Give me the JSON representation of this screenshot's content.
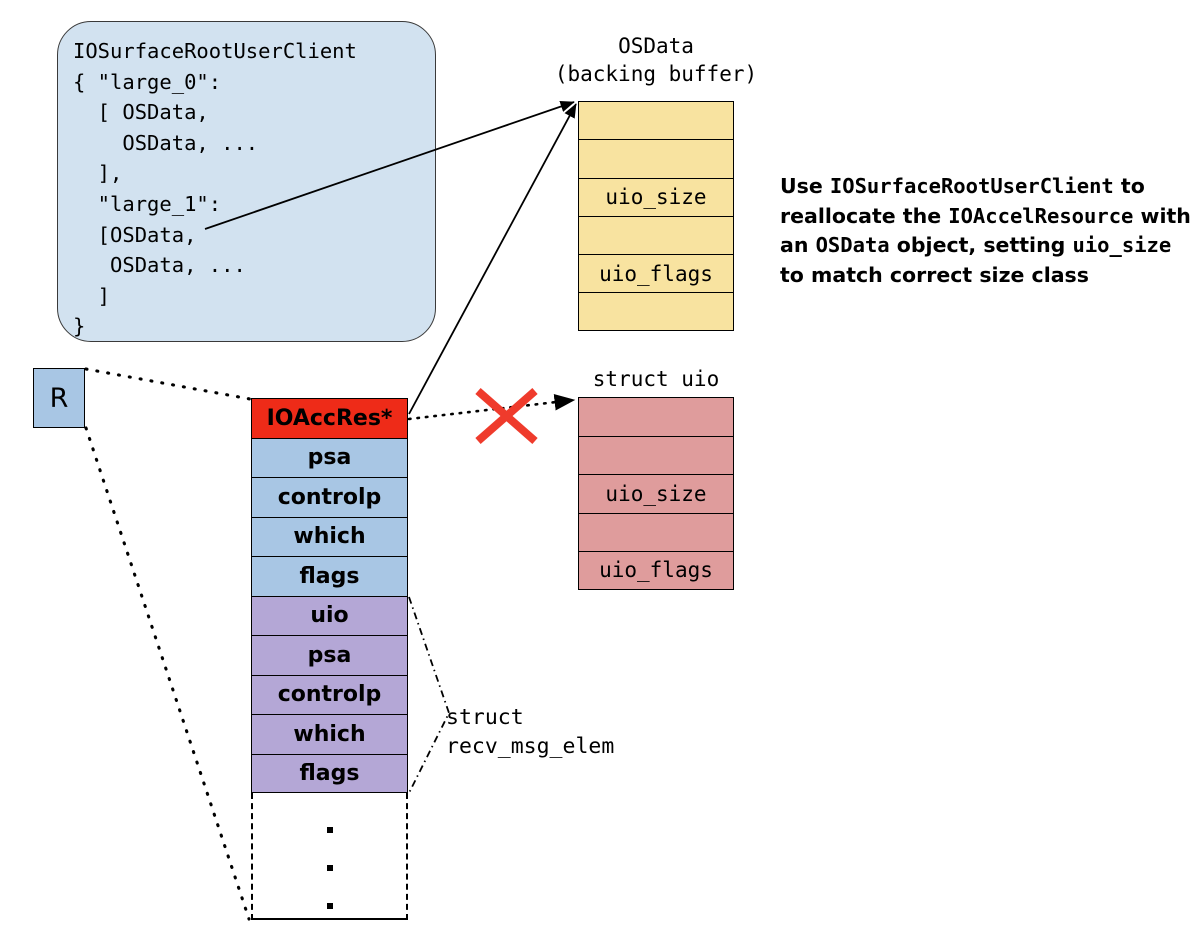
{
  "diagram": {
    "title": "IOSurfaceRootUserClient heap grooming / IOAccelResource reallocation",
    "client_box": {
      "name": "IOSurfaceRootUserClient",
      "code": "IOSurfaceRootUserClient\n{ \"large_0\":\n  [ OSData,\n    OSData, ...\n  ],\n  \"large_1\":\n  [OSData,\n   OSData, ...\n  ]\n}"
    },
    "osdata_block": {
      "caption_line1": "OSData",
      "caption_line2": "(backing buffer)",
      "fill": "#f8e3a0",
      "rows": [
        {
          "label": ""
        },
        {
          "label": ""
        },
        {
          "label": "uio_size"
        },
        {
          "label": ""
        },
        {
          "label": "uio_flags"
        },
        {
          "label": ""
        }
      ]
    },
    "uio_block": {
      "caption": "struct uio",
      "fill": "#df9c9c",
      "rows": [
        {
          "label": ""
        },
        {
          "label": ""
        },
        {
          "label": "uio_size"
        },
        {
          "label": ""
        },
        {
          "label": "uio_flags"
        }
      ]
    },
    "elem_block": {
      "label_line1": "struct",
      "label_line2": "recv_msg_elem",
      "colors": {
        "pointer": "#ee2b18",
        "first": "#a8c6e4",
        "second": "#b4a7d6"
      },
      "rows": [
        {
          "label": "IOAccRes*",
          "group": "pointer"
        },
        {
          "label": "psa",
          "group": "first"
        },
        {
          "label": "controlp",
          "group": "first"
        },
        {
          "label": "which",
          "group": "first"
        },
        {
          "label": "flags",
          "group": "first"
        },
        {
          "label": "uio",
          "group": "second"
        },
        {
          "label": "psa",
          "group": "second"
        },
        {
          "label": "controlp",
          "group": "second"
        },
        {
          "label": "which",
          "group": "second"
        },
        {
          "label": "flags",
          "group": "second"
        }
      ],
      "continuation": "vertical-ellipsis"
    },
    "r_box": {
      "label": "R",
      "fill": "#a8c6e4"
    },
    "note": {
      "segments": [
        {
          "text": "Use ",
          "style": "sans"
        },
        {
          "text": "IOSurfaceRootUserClient",
          "style": "mono"
        },
        {
          "text": " to reallocate the ",
          "style": "sans"
        },
        {
          "text": "IOAccelResource",
          "style": "mono"
        },
        {
          "text": " with an ",
          "style": "sans"
        },
        {
          "text": "OSData",
          "style": "mono"
        },
        {
          "text": " object, setting ",
          "style": "sans"
        },
        {
          "text": "uio_size",
          "style": "mono"
        },
        {
          "text": " to match correct size class",
          "style": "sans"
        }
      ],
      "plain": "Use IOSurfaceRootUserClient to reallocate the IOAccelResource with an OSData object, setting uio_size to match correct size class"
    },
    "markers": {
      "invalid_cross": "×",
      "cross_color": "#ef3b2c"
    }
  }
}
